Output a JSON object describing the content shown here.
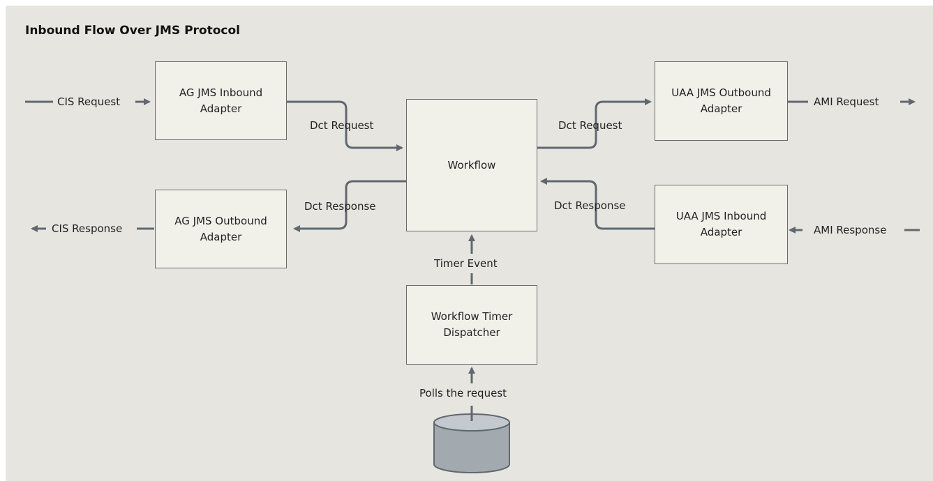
{
  "title": "Inbound Flow Over JMS Protocol",
  "boxes": {
    "ag_jms_inbound_adapter": [
      "AG JMS Inbound",
      "Adapter"
    ],
    "ag_jms_outbound_adapter": [
      "AG JMS Outbound",
      "Adapter"
    ],
    "workflow": "Workflow",
    "uaa_jms_outbound_adapter": [
      "UAA JMS Outbound",
      "Adapter"
    ],
    "uaa_jms_inbound_adapter": [
      "UAA JMS Inbound",
      "Adapter"
    ],
    "workflow_timer_dispatcher": [
      "Workflow Timer",
      "Dispatcher"
    ]
  },
  "labels": {
    "cis_request": "CIS Request",
    "cis_response": "CIS Response",
    "dct_request_left": "Dct Request",
    "dct_response_left": "Dct Response",
    "dct_request_right": "Dct Request",
    "dct_response_right": "Dct Response",
    "ami_request": "AMI Request",
    "ami_response": "AMI Response",
    "timer_event": "Timer Event",
    "polls_the_request": "Polls the request"
  },
  "colors": {
    "background": "#e7e5df",
    "box_fill": "#f1f1ea",
    "box_border": "#6b6b6b",
    "connector": "#5f6870",
    "database_fill": "#a2a9af"
  }
}
